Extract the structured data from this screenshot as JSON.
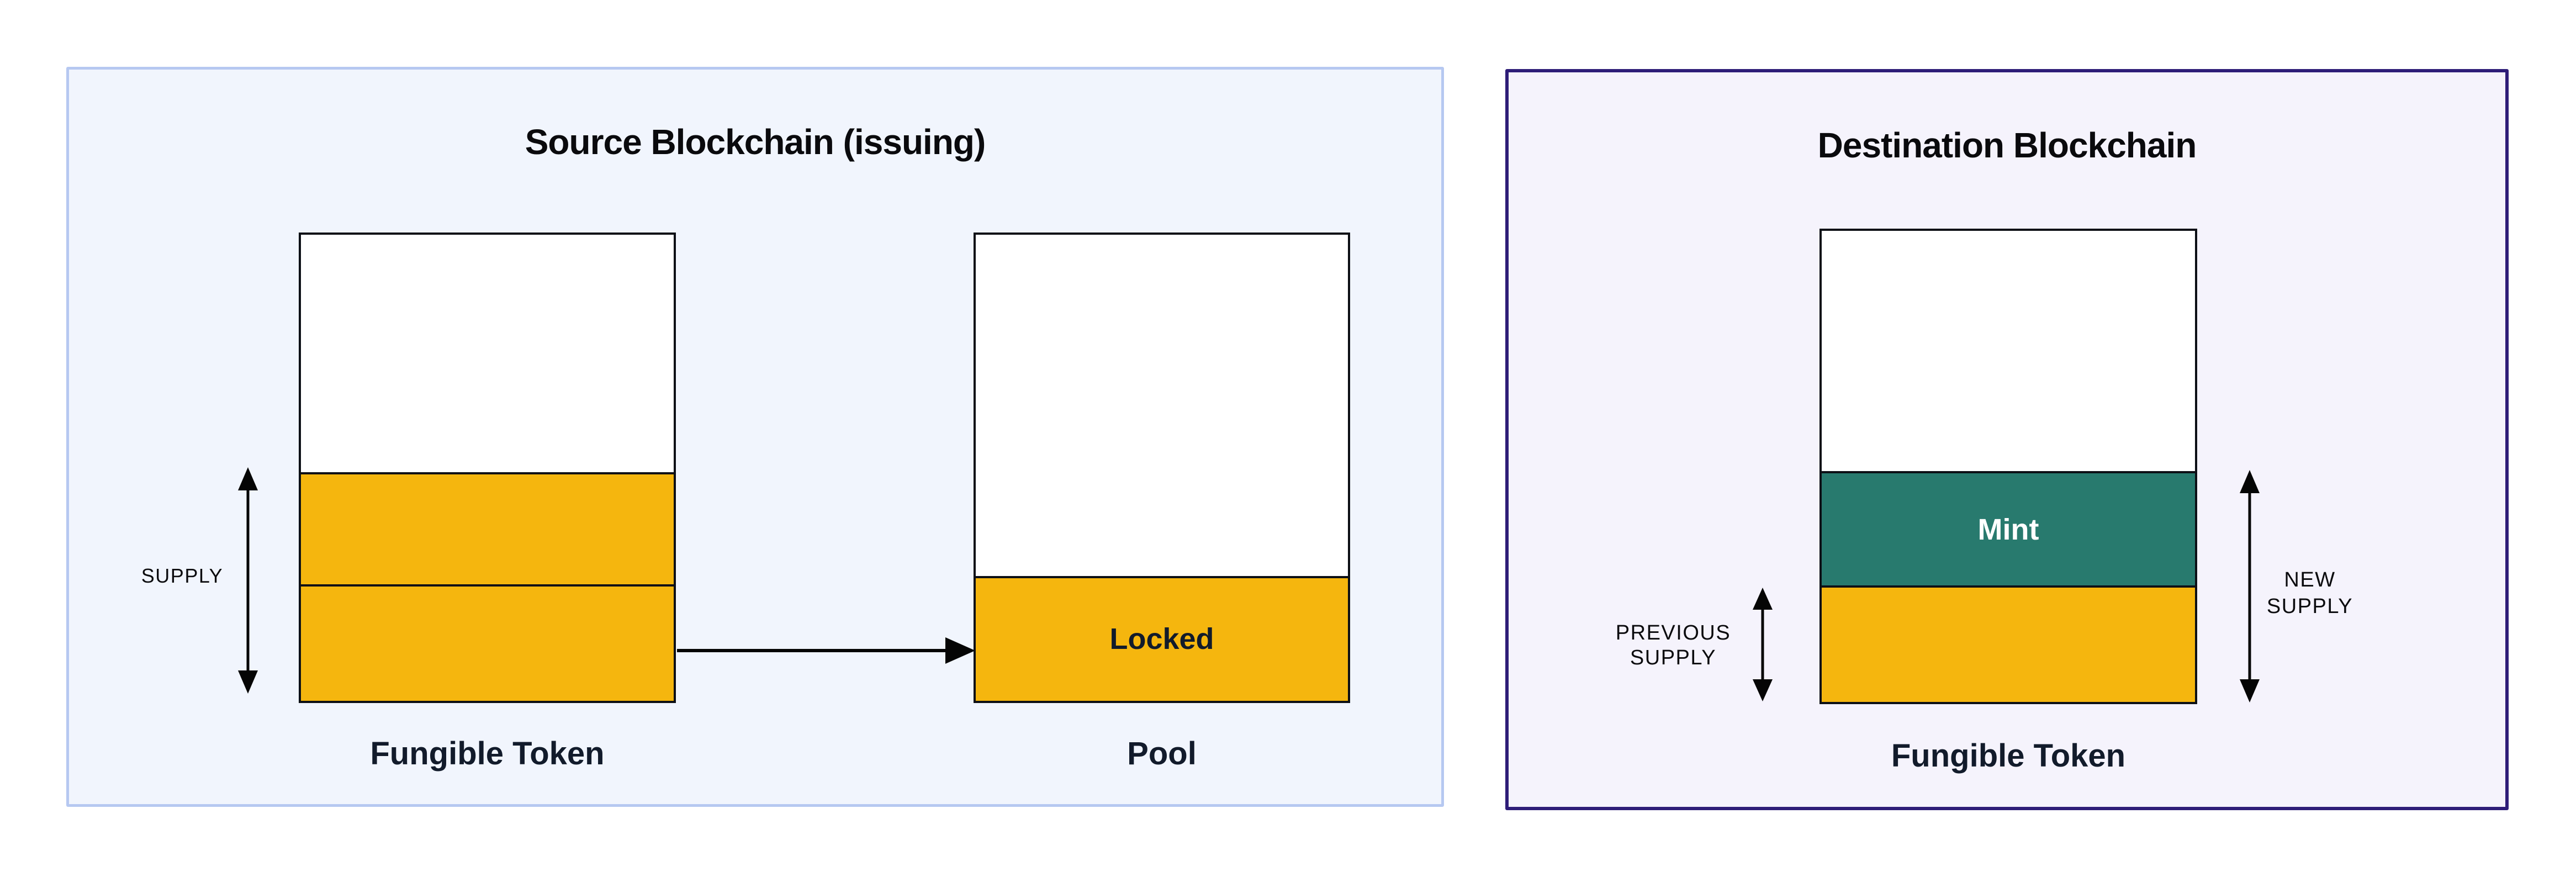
{
  "source_panel": {
    "title": "Source Blockchain (issuing)",
    "supply_label": "SUPPLY",
    "token_bar": {
      "label": "Fungible Token"
    },
    "pool_bar": {
      "label": "Pool",
      "locked_label": "Locked"
    }
  },
  "destination_panel": {
    "title": "Destination Blockchain",
    "previous_supply": {
      "line1": "PREVIOUS",
      "line2": "SUPPLY"
    },
    "new_supply": {
      "line1": "NEW",
      "line2": "SUPPLY"
    },
    "token_bar": {
      "label": "Fungible Token",
      "mint_label": "Mint"
    }
  },
  "colors": {
    "amber": "#F5B60E",
    "teal": "#287A6E",
    "source_panel_border": "#B6C8F1",
    "source_panel_bg": "#F1F5FD",
    "destination_panel_border": "#2E1D78",
    "destination_panel_bg": "#F5F3FC",
    "bar_border": "#0D1016",
    "label_color": "#121B2B",
    "title_color": "#0A0A0D",
    "arrow_color": "#050505"
  }
}
